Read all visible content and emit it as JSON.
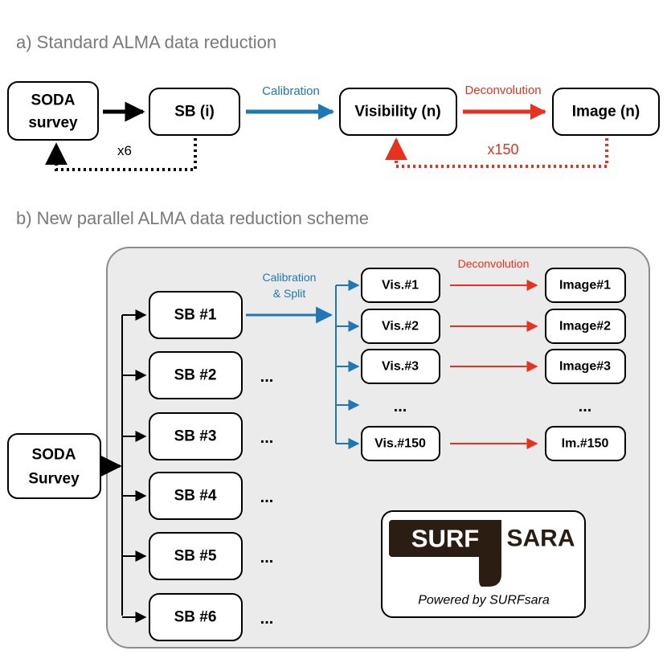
{
  "colors": {
    "blue": "#1f77b4",
    "red": "#e8321f",
    "panel_bg": "#ebebeb",
    "panel_border": "#8c8c8c",
    "heading_gray": "#7a7a7a",
    "logo_dark": "#2b1d12"
  },
  "section_a": {
    "heading": "a) Standard ALMA data reduction",
    "soda_line1": "SODA",
    "soda_line2": "survey",
    "sb": "SB (i)",
    "visibility": "Visibility (n)",
    "image": "Image (n)",
    "calibration": "Calibration",
    "deconvolution": "Deconvolution",
    "loop_sb": "x6",
    "loop_image": "x150"
  },
  "section_b": {
    "heading": "b) New parallel ALMA data reduction scheme",
    "soda_line1": "SODA",
    "soda_line2": "Survey",
    "sb_boxes": [
      "SB #1",
      "SB #2",
      "SB #3",
      "SB #4",
      "SB #5",
      "SB #6"
    ],
    "sb_ellipsis": "...",
    "calibration_line1": "Calibration",
    "calibration_line2": "& Split",
    "deconvolution": "Deconvolution",
    "vis_boxes": [
      "Vis.#1",
      "Vis.#2",
      "Vis.#3",
      "Vis.#150"
    ],
    "image_boxes": [
      "Image#1",
      "Image#2",
      "Image#3",
      "Im.#150"
    ],
    "vis_ellipsis": "...",
    "image_ellipsis": "...",
    "logo_left": "SURF",
    "logo_right": "SARA",
    "powered_by": "Powered by SURFsara"
  }
}
